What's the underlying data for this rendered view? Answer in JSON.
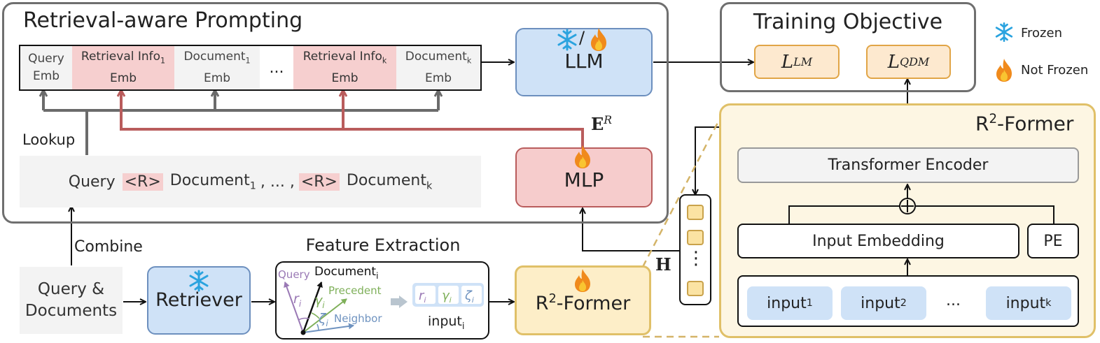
{
  "colors": {
    "frozen_blue": "#2aa3df",
    "flame_orange": "#f08a1c",
    "flame_yellow": "#f9c531",
    "retrieval_pink": "#f6cfcf",
    "llm_blue": "#cfe2f7",
    "r2former_gold": "#fdeec8",
    "lookup_arrow_gray": "#6b6b6b",
    "er_arrow_red": "#b95c5c"
  },
  "icons": {
    "frozen": "snowflake-icon",
    "not_frozen": "flame-icon"
  },
  "legend": {
    "frozen": "Frozen",
    "not_frozen": "Not Frozen"
  },
  "prompting": {
    "title": "Retrieval-aware Prompting",
    "cells": {
      "query_emb": {
        "line1": "Query",
        "line2": "Emb"
      },
      "ret_info_1": {
        "line1": "Retrieval Info",
        "sub": "1",
        "line2": "Emb"
      },
      "doc_1": {
        "line1": "Document",
        "sub": "1",
        "line2": "Emb"
      },
      "ellipsis": "...",
      "ret_info_k": {
        "line1": "Retrieval Info",
        "sub": "k",
        "line2": "Emb"
      },
      "doc_k": {
        "line1": "Document",
        "sub": "k",
        "line2": "Emb"
      }
    },
    "lookup": "Lookup",
    "input_string": {
      "query": "Query",
      "r_token": "<R>",
      "doc_1": "Document",
      "doc_1_sub": "1",
      "separator": ", ... ,",
      "doc_k": "Document",
      "doc_k_sub": "k"
    },
    "llm": "LLM",
    "llm_slash": "/",
    "mlp": "MLP",
    "er_label": "E",
    "er_sup": "R"
  },
  "training_objective": {
    "title": "Training Objective",
    "loss_lm": {
      "symbol": "L",
      "sub": "LM"
    },
    "loss_qdm": {
      "symbol": "L",
      "sub": "QDM"
    }
  },
  "bottom_flow": {
    "combine": "Combine",
    "query_documents": {
      "line1": "Query &",
      "line2": "Documents"
    },
    "retriever": "Retriever",
    "feature_extraction": {
      "title": "Feature Extraction",
      "query": "Query",
      "document": "Document",
      "document_sub": "i",
      "precedent": "Precedent",
      "neighbor": "Neighbor",
      "r_sym": "r",
      "gamma_sym": "γ",
      "zeta_sym": "ζ",
      "sym_sub": "i",
      "input": "input",
      "input_sub": "i"
    },
    "r2former": {
      "base": "R",
      "sup": "2",
      "rest": "-Former"
    },
    "h_label": "H",
    "h_dots": "⋮"
  },
  "r2former_detail": {
    "title_base": "R",
    "title_sup": "2",
    "title_rest": "-Former",
    "transformer_encoder": "Transformer Encoder",
    "plus": "+",
    "input_embedding": "Input Embedding",
    "pe": "PE",
    "input_base": "input",
    "input_1_sub": "1",
    "input_2_sub": "2",
    "input_k_sub": "k",
    "input_ellipsis": "..."
  }
}
